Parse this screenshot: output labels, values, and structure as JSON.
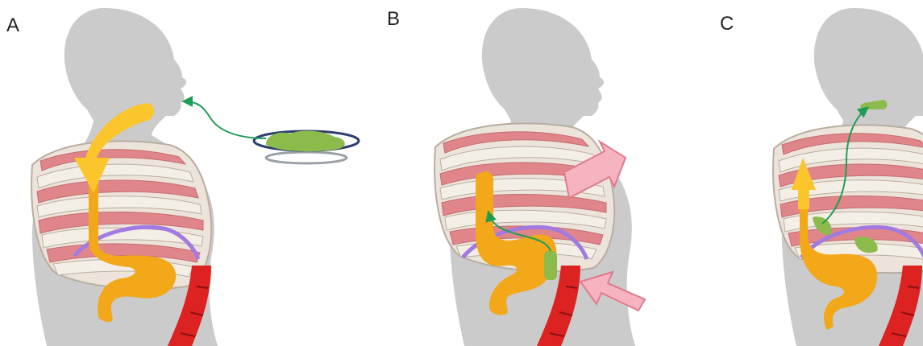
{
  "panels": [
    {
      "label": "A"
    },
    {
      "label": "B"
    },
    {
      "label": "C"
    }
  ],
  "colors": {
    "body": "#cbcbcb",
    "esophagus_stomach": "#f2a818",
    "esophagus_arrow": "#fbc52c",
    "food": "#8dbb4b",
    "food_path_arrow": "#1f9d55",
    "diaphragm": "#a27ae0",
    "rib_muscle": "#e0868a",
    "rib_bone": "#f4efe6",
    "abdominal_muscle": "#dd2222",
    "pressure_arrow": "#f6b3c0",
    "plate_rim": "#2c3e6e",
    "plate_base": "#9aa0a6"
  },
  "icons": [
    "human-torso-silhouette",
    "rib-cage",
    "stomach",
    "food-bolus",
    "plate-icon",
    "pressure-arrow-icon"
  ]
}
